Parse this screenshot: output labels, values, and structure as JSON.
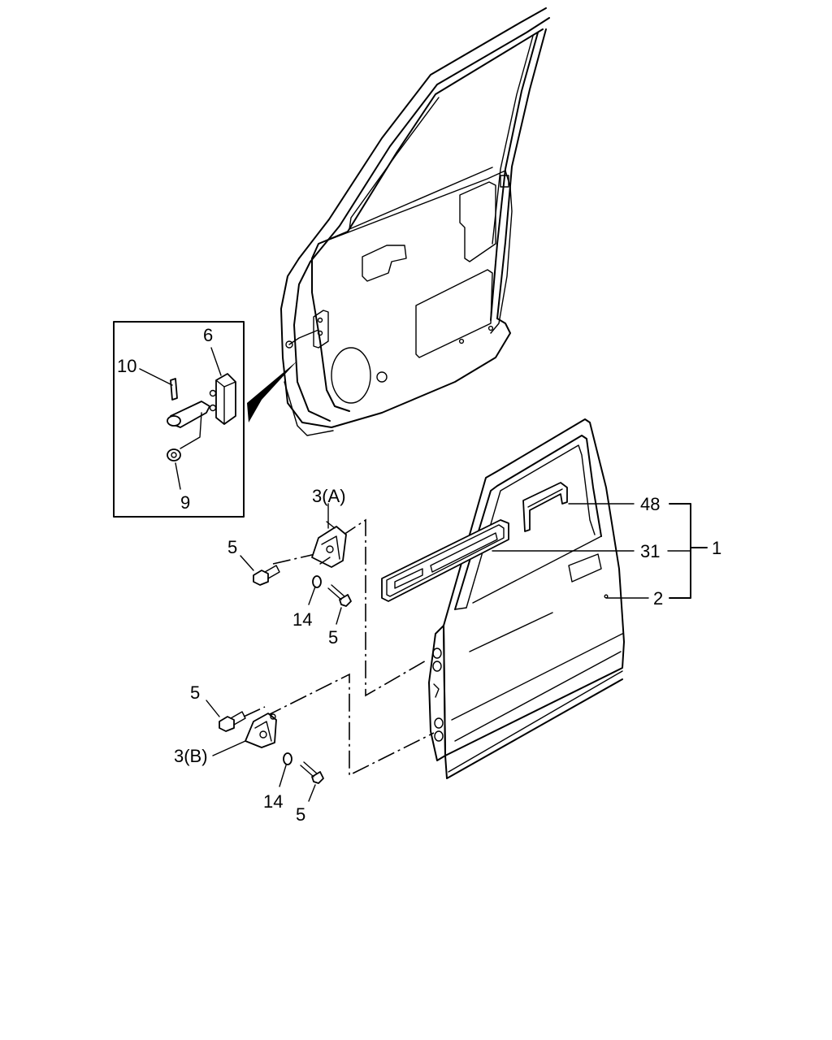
{
  "labels": {
    "p6": "6",
    "p10": "10",
    "p9": "9",
    "p3a": "3(A)",
    "p5a": "5",
    "p14a": "14",
    "p5b": "5",
    "p5c": "5",
    "p3b": "3(B)",
    "p14b": "14",
    "p5d": "5",
    "p48": "48",
    "p31": "31",
    "p1": "1",
    "p2": "2"
  }
}
